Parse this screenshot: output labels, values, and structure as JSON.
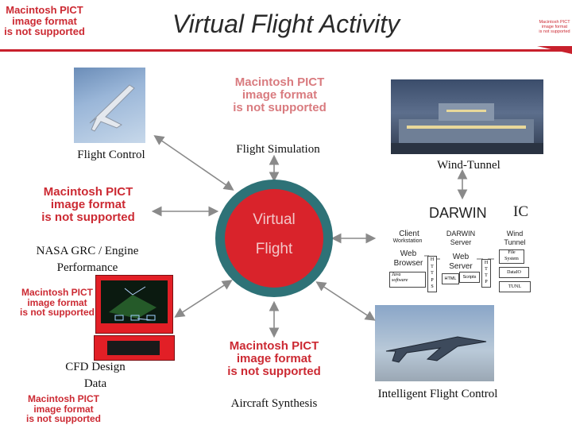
{
  "title": "Virtual Flight Activity",
  "pict_lines": [
    "Macintosh PICT",
    "image format",
    "is not supported"
  ],
  "captions": {
    "flight_control": "Flight Control",
    "flight_simulation": "Flight Simulation",
    "wind_tunnel": "Wind-Tunnel",
    "nasa_line1": "NASA GRC / Engine",
    "nasa_line2": "Performance",
    "cfd_line1": "CFD Design",
    "cfd_line2": "Data",
    "aircraft_synthesis": "Aircraft Synthesis",
    "intelligent_flight_control": "Intelligent Flight Control"
  },
  "center": {
    "line1": "Virtual",
    "line2": "Flight"
  },
  "darwin": {
    "title": "DARWIN",
    "ic": "IC",
    "client_label": "Client",
    "workstation": "Workstation",
    "web_browser_line1": "Web",
    "web_browser_line2": "Browser",
    "java_software_line1": "Java",
    "java_software_line2": "software",
    "http_left": [
      "H",
      "T",
      "T",
      "P",
      "S"
    ],
    "darwin_server_line1": "DARWIN",
    "darwin_server_line2": "Server",
    "web_server_line1": "Web",
    "web_server_line2": "Server",
    "html": "HTML",
    "scripts": "Scripts",
    "http_right": [
      "H",
      "T",
      "T",
      "P"
    ],
    "wind_tunnel_line1": "Wind",
    "wind_tunnel_line2": "Tunnel",
    "file_system_line1": "File",
    "file_system_line2": "System",
    "dataio": "DataIO",
    "tunnel": "TUNL"
  },
  "colors": {
    "pict_red": "#cc2a33",
    "title_rule": "#c8202c",
    "ring": "#2e7277",
    "disc_red": "#d9232b",
    "center_text": "#d9232b",
    "arrows": "#8a8a8a"
  }
}
